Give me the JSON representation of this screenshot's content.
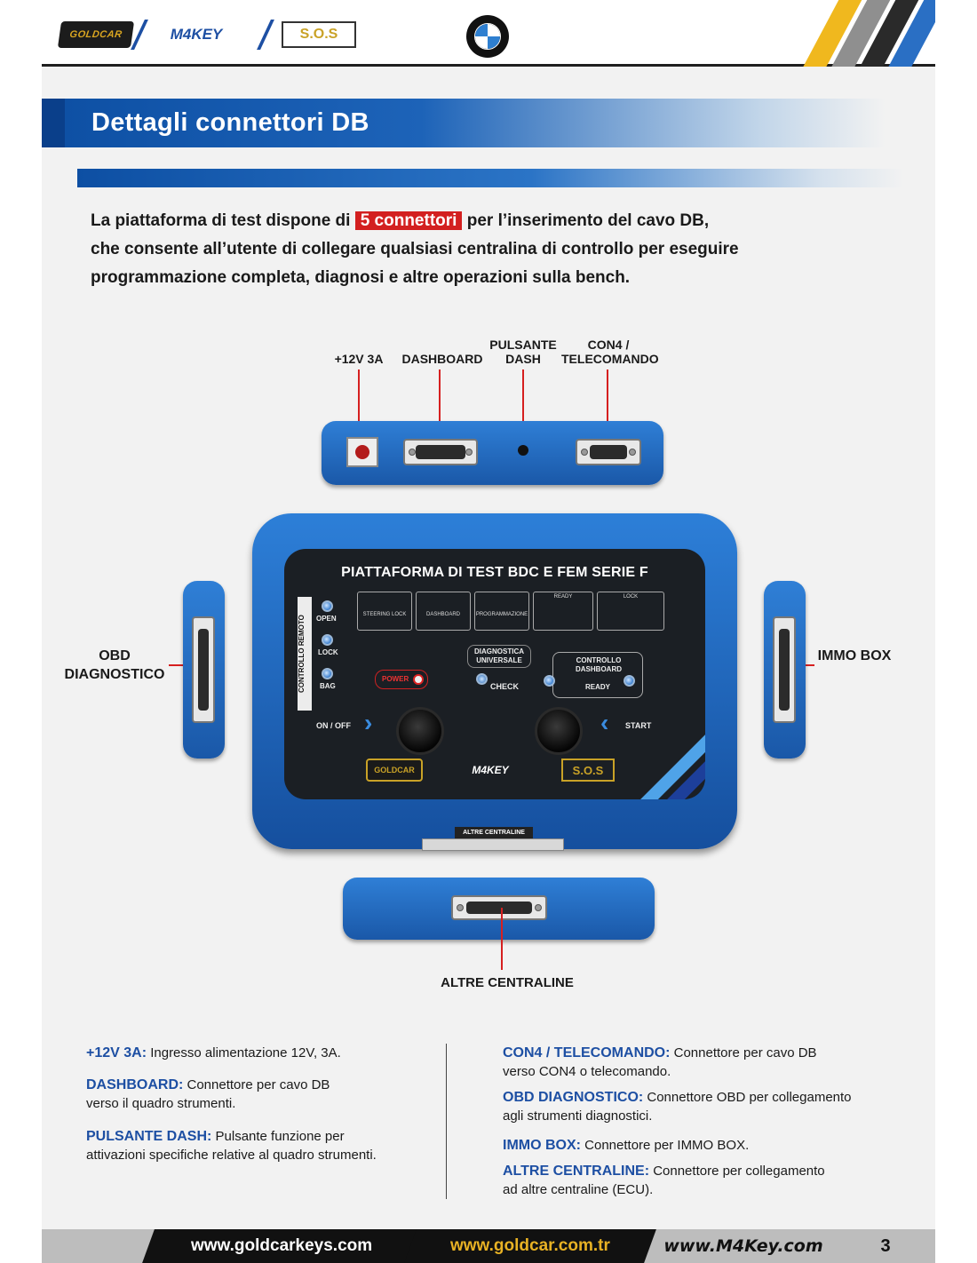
{
  "header": {
    "logo_goldcar": "GOLDCAR",
    "logo_m4key": "M4KEY",
    "logo_sos": "S.O.S"
  },
  "title": "Dettagli connettori DB",
  "intro": {
    "part1": "La piattaforma di test dispone di",
    "highlight": "5 connettori",
    "part2": "per l’inserimento del cavo DB,",
    "line2": "che consente all’utente di collegare qualsiasi centralina di controllo per eseguire",
    "line3": "programmazione completa, diagnosi e altre operazioni sulla bench."
  },
  "callouts": {
    "power": "+12V 3A",
    "dashboard": "DASHBOARD",
    "pulsante_1": "PULSANTE",
    "pulsante_2": "DASH",
    "con4_1": "CON4 /",
    "con4_2": "TELECOMANDO",
    "obd_1": "OBD",
    "obd_2": "DIAGNOSTICO",
    "immo": "IMMO BOX",
    "altre": "ALTRE CENTRALINE"
  },
  "device": {
    "title": "PIATTAFORMA DI TEST BDC E FEM SERIE F",
    "side_label": "CONTROLLO REMOTO",
    "open": "OPEN",
    "lock": "LOCK",
    "bag": "BAG",
    "panels": [
      "STEERING LOCK",
      "DASHBOARD",
      "PROGRAMMAZIONE",
      "READY",
      "LOCK"
    ],
    "diagnostica": "DIAGNOSTICA UNIVERSALE",
    "check": "CHECK",
    "power": "POWER",
    "controllo_dashboard": "CONTROLLO DASHBOARD",
    "ready": "READY",
    "on_off": "ON / OFF",
    "start": "START",
    "bottom_label": "ALTRE CENTRALINE"
  },
  "legend": {
    "left": [
      {
        "term": "+12V 3A:",
        "desc": " Ingresso alimentazione 12V, 3A."
      },
      {
        "term": "DASHBOARD:",
        "desc": " Connettore per cavo DB",
        "desc2": "verso il quadro strumenti."
      },
      {
        "term": "PULSANTE DASH:",
        "desc": " Pulsante funzione per",
        "desc2": "attivazioni specifiche relative al quadro strumenti."
      }
    ],
    "right": [
      {
        "term": "CON4 / TELECOMANDO:",
        "desc": " Connettore per cavo DB",
        "desc2": "verso CON4 o telecomando."
      },
      {
        "term": "OBD DIAGNOSTICO:",
        "desc": " Connettore OBD per collegamento",
        "desc2": "agli strumenti diagnostici."
      },
      {
        "term": "IMMO BOX:",
        "desc": " Connettore per IMMO BOX."
      },
      {
        "term": "ALTRE CENTRALINE:",
        "desc": " Connettore per collegamento",
        "desc2": "ad altre centraline (ECU)."
      }
    ]
  },
  "footer": {
    "site1": "www.goldcarkeys.com",
    "site2": "www.goldcar.com.tr",
    "site3": "www.M4Key.com",
    "page": "3"
  },
  "colors": {
    "brand_blue": "#1d4fa3",
    "accent_red": "#d32020",
    "gold": "#e8b224"
  }
}
